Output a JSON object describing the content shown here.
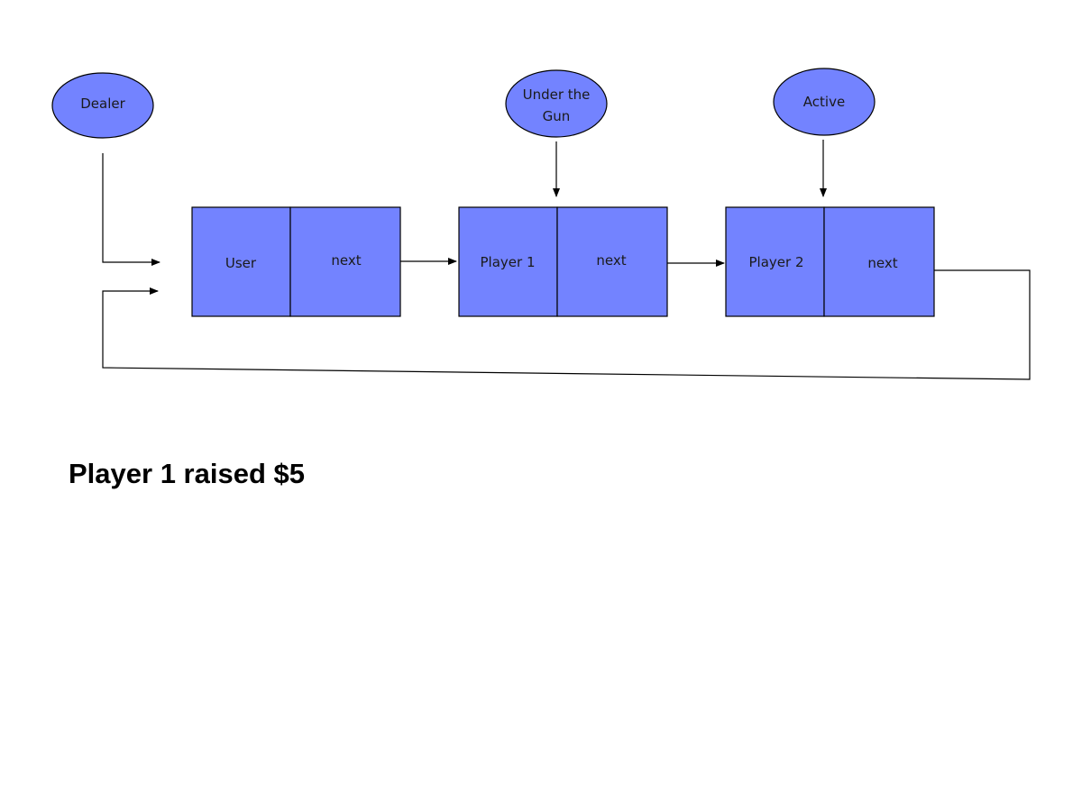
{
  "diagram": {
    "pointers": {
      "dealer": "Dealer",
      "under_the_gun_line1": "Under the",
      "under_the_gun_line2": "Gun",
      "active": "Active"
    },
    "nodes": [
      {
        "data": "User",
        "next": "next"
      },
      {
        "data": "Player 1",
        "next": "next"
      },
      {
        "data": "Player 2",
        "next": "next"
      }
    ]
  },
  "caption": "Player 1 raised $5",
  "colors": {
    "fill": "#7383FF",
    "stroke": "#000000",
    "background": "#FFFFFF"
  }
}
